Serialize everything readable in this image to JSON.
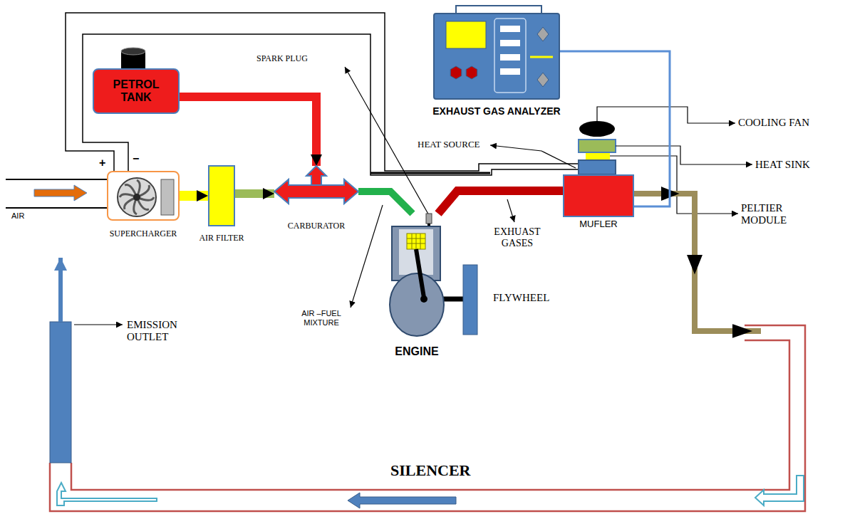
{
  "diagram": {
    "nodes": [
      {
        "text": [
          "PETROL TANK"
        ]
      },
      {
        "text": [
          "EXHAUST GAS ANALYZER"
        ]
      },
      {
        "text": [
          "SUPERCHARGER"
        ]
      },
      {
        "text": [
          "AIR FILTER"
        ]
      },
      {
        "text": [
          "CARBURATOR"
        ]
      },
      {
        "text": [
          "ENGINE"
        ]
      },
      {
        "text": [
          "MUFLER"
        ]
      }
    ],
    "edges": [
      {
        "from": 0,
        "to": 4,
        "arrow": "to"
      },
      {
        "from": 2,
        "to": 3,
        "arrow": "to"
      },
      {
        "from": 3,
        "to": 4,
        "arrow": "to"
      },
      {
        "from": 4,
        "to": 5,
        "arrow": "none"
      },
      {
        "from": 5,
        "to": 6,
        "arrow": "none"
      },
      {
        "from": 1,
        "to": 6,
        "arrow": "none"
      }
    ],
    "labels": [
      "AIR",
      "+",
      "−",
      "SPARK PLUG",
      "AIR –FUEL MIXTURE",
      "EXHUAST GASES",
      "FLYWHEEL",
      "HEAT SOURCE",
      "COOLING FAN",
      "HEAT SINK",
      "PELTIER MODULE",
      "EMISSION OUTLET",
      "SILENCER"
    ]
  }
}
